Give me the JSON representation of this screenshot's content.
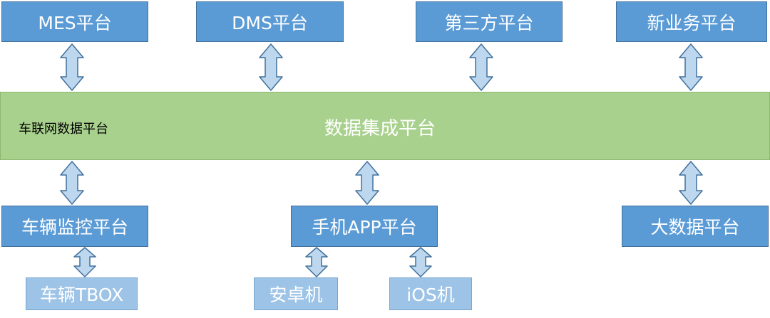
{
  "top_boxes": [
    {
      "label": "MES平台"
    },
    {
      "label": "DMS平台"
    },
    {
      "label": "第三方平台"
    },
    {
      "label": "新业务平台"
    }
  ],
  "integration_bar": {
    "left_label": "车联网数据平台",
    "center_label": "数据集成平台"
  },
  "mid_boxes": [
    {
      "label": "车辆监控平台"
    },
    {
      "label": "手机APP平台"
    },
    {
      "label": "大数据平台"
    }
  ],
  "bottom_boxes": [
    {
      "label": "车辆TBOX"
    },
    {
      "label": "安卓机"
    },
    {
      "label": "iOS机"
    }
  ],
  "colors": {
    "platform_fill": "#5b9bd5",
    "device_fill": "#9dc3e6",
    "integration_fill": "#a9d18e",
    "arrow_fill": "#bdd7ee",
    "arrow_stroke": "#41719c"
  }
}
